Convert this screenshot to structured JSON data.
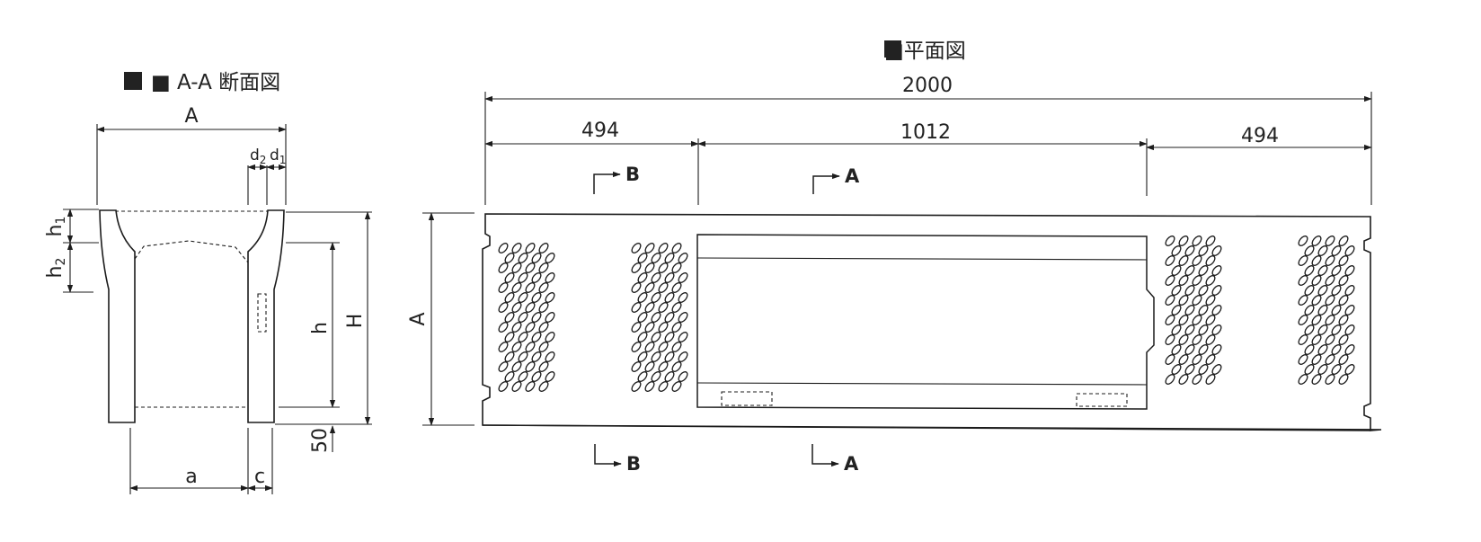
{
  "section_view": {
    "title": "■ A-A 断面図",
    "labels": {
      "A": "A",
      "d2": "d",
      "d2_sub": "2",
      "d1": "d",
      "d1_sub": "1",
      "h1": "h",
      "h1_sub": "1",
      "h2": "h",
      "h2_sub": "2",
      "h": "h",
      "H": "H",
      "dim_50": "50",
      "a": "a",
      "c": "c"
    }
  },
  "plan_view": {
    "title": "■平面図",
    "dims": {
      "total": "2000",
      "left": "494",
      "middle": "1012",
      "right": "494"
    },
    "side_label": "A",
    "section_marks": {
      "B_top": "B",
      "A_top": "A",
      "B_bottom": "B",
      "A_bottom": "A"
    }
  }
}
